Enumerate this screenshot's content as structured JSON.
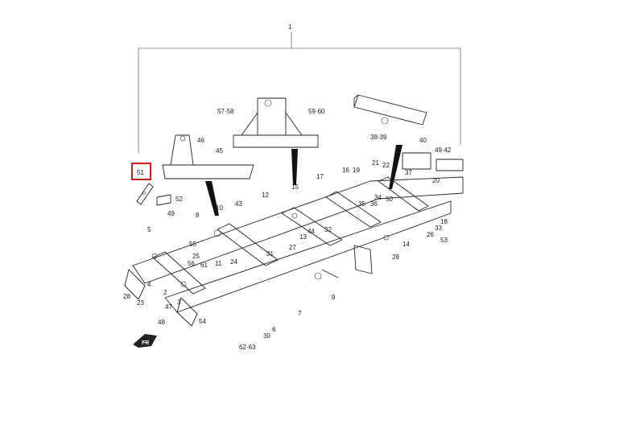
{
  "diagram": {
    "top_callout": "1",
    "highlighted_callout": "51",
    "front_marker": "FR",
    "highlight_color": "#d11a1a",
    "labels": [
      "57·58",
      "59·60",
      "46",
      "45",
      "38·39",
      "40",
      "49·42",
      "51",
      "52",
      "37",
      "21",
      "22",
      "16",
      "19",
      "17",
      "20",
      "15",
      "12",
      "43",
      "10",
      "8",
      "49",
      "5",
      "55",
      "56",
      "61",
      "24",
      "25",
      "11",
      "2",
      "4",
      "3",
      "28",
      "23",
      "47",
      "48",
      "54",
      "53",
      "18",
      "33",
      "26",
      "35",
      "36",
      "34",
      "50",
      "14",
      "29",
      "32",
      "13",
      "44",
      "27",
      "31",
      "9",
      "7",
      "6",
      "30",
      "62·63"
    ]
  }
}
